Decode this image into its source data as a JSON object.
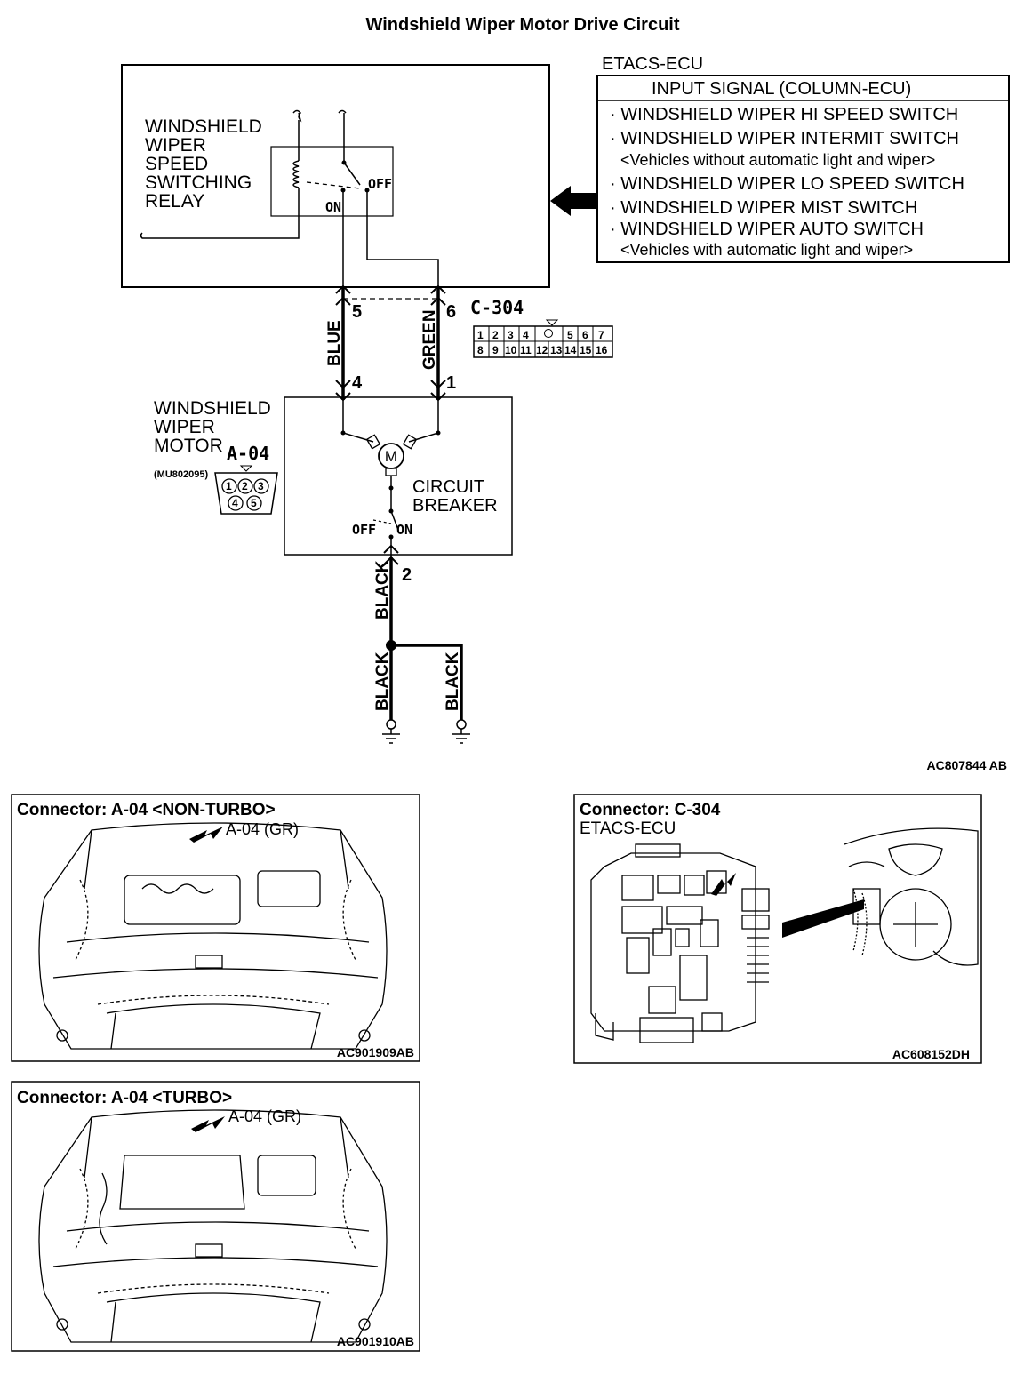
{
  "title": "Windshield Wiper Motor Drive Circuit",
  "ecu": {
    "name": "ETACS-ECU",
    "header": "INPUT SIGNAL (COLUMN-ECU)",
    "items": [
      "· WINDSHIELD WIPER HI SPEED SWITCH",
      "· WINDSHIELD WIPER INTERMIT SWITCH",
      "<Vehicles without automatic light and wiper>",
      "· WINDSHIELD WIPER LO SPEED SWITCH",
      "· WINDSHIELD WIPER MIST SWITCH",
      "· WINDSHIELD WIPER AUTO SWITCH",
      "<Vehicles with automatic light and wiper>"
    ]
  },
  "relay": {
    "label_lines": [
      "WINDSHIELD",
      "WIPER",
      "SPEED",
      "SWITCHING",
      "RELAY"
    ],
    "on": "ON",
    "off": "OFF"
  },
  "connector_c304": {
    "name": "C-304",
    "row1": [
      "1",
      "2",
      "3",
      "4",
      "5",
      "6",
      "7"
    ],
    "row2": [
      "8",
      "9",
      "10",
      "11",
      "12",
      "13",
      "14",
      "15",
      "16"
    ]
  },
  "wires": {
    "pin5": "5",
    "pin6": "6",
    "pin4": "4",
    "pin1": "1",
    "pin2": "2",
    "blue": "BLUE",
    "green": "GREEN",
    "black": "BLACK"
  },
  "motor": {
    "label_lines": [
      "WINDSHIELD",
      "WIPER",
      "MOTOR"
    ],
    "connector": "A-04",
    "part": "(MU802095)",
    "symbol": "M",
    "breaker_lines": [
      "CIRCUIT",
      "BREAKER"
    ],
    "off": "OFF",
    "on": "ON",
    "pins": [
      "1",
      "2",
      "3",
      "4",
      "5"
    ]
  },
  "figure_code_main": "AC807844 AB",
  "panels": {
    "nonturbo": {
      "title": "Connector: A-04 <NON-TURBO>",
      "callout": "A-04 (GR)",
      "code": "AC901909AB"
    },
    "turbo": {
      "title": "Connector: A-04 <TURBO>",
      "callout": "A-04 (GR)",
      "code": "AC901910AB"
    },
    "c304": {
      "title": "Connector: C-304",
      "subtitle": "ETACS-ECU",
      "code": "AC608152DH"
    }
  }
}
